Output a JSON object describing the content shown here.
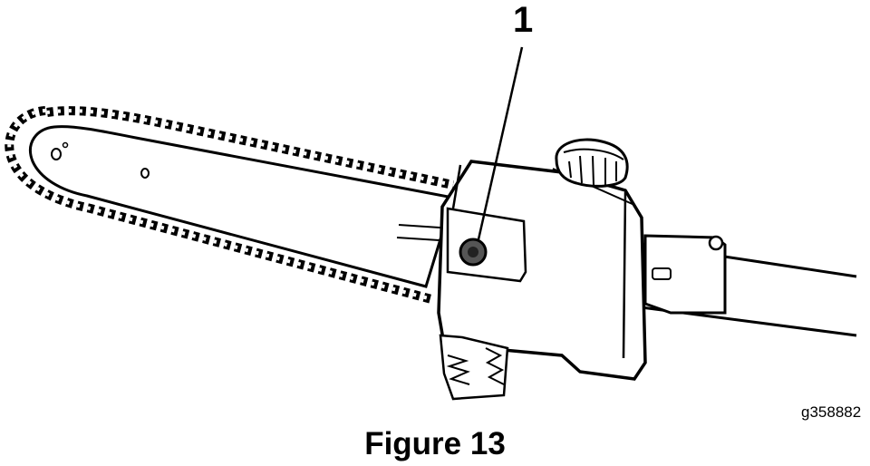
{
  "figure": {
    "callout_number": "1",
    "graphic_code": "g358882",
    "caption": "Figure 13"
  }
}
